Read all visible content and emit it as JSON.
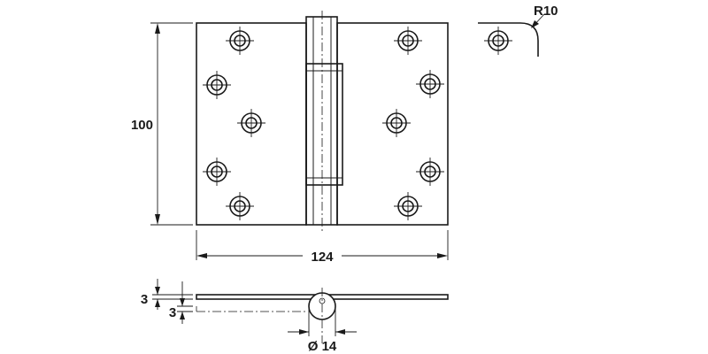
{
  "dimensions": {
    "height": "100",
    "width": "124",
    "radius": "R10",
    "leaf_thickness_top": "3",
    "leaf_thickness_bottom": "3",
    "knuckle_diameter": "Ø 14"
  }
}
